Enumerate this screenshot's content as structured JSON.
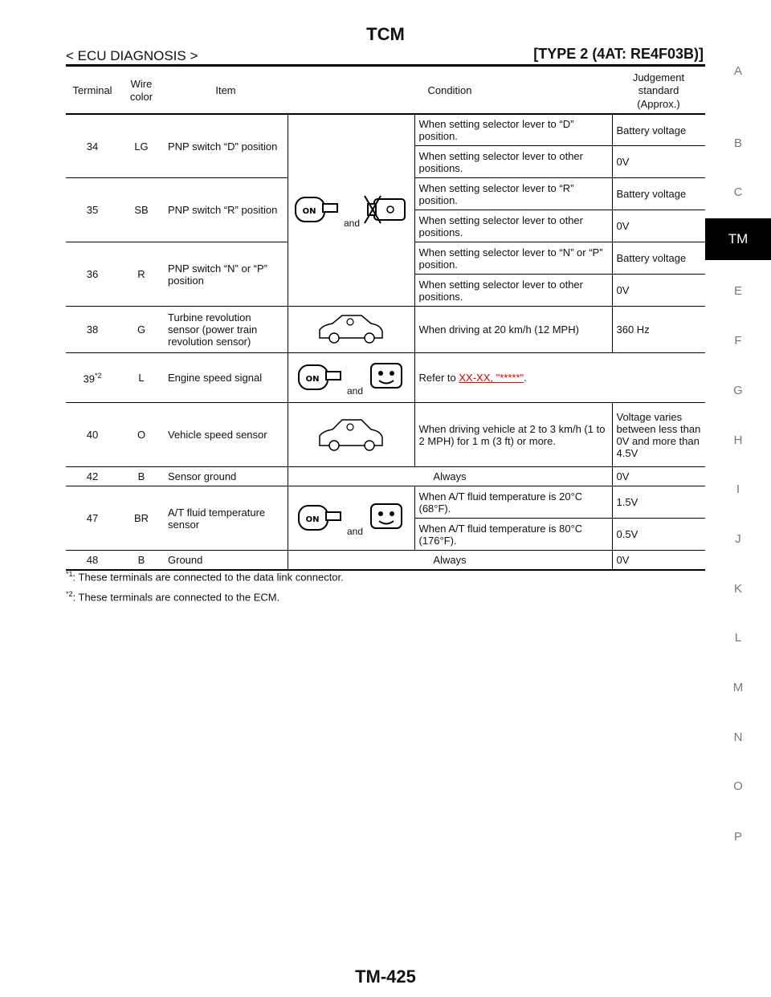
{
  "header": {
    "title": "TCM",
    "breadcrumb": "< ECU DIAGNOSIS >",
    "type": "[TYPE 2 (4AT: RE4F03B)]"
  },
  "sidebar": {
    "letters": [
      "A",
      "B",
      "C",
      "TM",
      "E",
      "F",
      "G",
      "H",
      "I",
      "J",
      "K",
      "L",
      "M",
      "N",
      "O",
      "P"
    ],
    "active": "TM"
  },
  "table": {
    "headers": {
      "terminal": "Terminal",
      "wire_color": "Wire color",
      "item": "Item",
      "condition": "Condition",
      "judgement": "Judgement standard (Approx.)"
    },
    "and_label": "and",
    "rows": [
      {
        "terminal": "34",
        "color": "LG",
        "item": "PNP switch “D” position",
        "cond1": "When setting selector lever to “D” position.",
        "val1": "Battery voltage",
        "cond2": "When setting selector lever to other positions.",
        "val2": "0V"
      },
      {
        "terminal": "35",
        "color": "SB",
        "item": "PNP switch “R” position",
        "cond1": "When setting selector lever to “R” position.",
        "val1": "Battery voltage",
        "cond2": "When setting selector lever to other positions.",
        "val2": "0V"
      },
      {
        "terminal": "36",
        "color": "R",
        "item": "PNP switch “N” or “P” position",
        "cond1": "When setting selector lever to “N” or “P” position.",
        "val1": "Battery voltage",
        "cond2": "When setting selector lever to other positions.",
        "val2": "0V"
      },
      {
        "terminal": "38",
        "color": "G",
        "item": "Turbine revolution sensor (power train revolution sensor)",
        "cond": "When driving at 20 km/h (12 MPH)",
        "val": "360 Hz"
      },
      {
        "terminal": "39",
        "sup": "*2",
        "color": "L",
        "item": "Engine speed signal",
        "cond_prefix": "Refer to ",
        "cond_link": "XX-XX, \"*****\"",
        "cond_suffix": "."
      },
      {
        "terminal": "40",
        "color": "O",
        "item": "Vehicle speed sensor",
        "cond": "When driving vehicle at 2 to 3 km/h (1 to 2 MPH) for 1 m (3 ft) or more.",
        "val": "Voltage varies between less than 0V and more than 4.5V"
      },
      {
        "terminal": "42",
        "color": "B",
        "item": "Sensor ground",
        "cond": "Always",
        "val": "0V"
      },
      {
        "terminal": "47",
        "color": "BR",
        "item": "A/T fluid temperature sensor",
        "cond1": "When A/T fluid temperature is 20°C (68°F).",
        "val1": "1.5V",
        "cond2": "When A/T fluid temperature is 80°C (176°F).",
        "val2": "0.5V"
      },
      {
        "terminal": "48",
        "color": "B",
        "item": "Ground",
        "cond": "Always",
        "val": "0V"
      }
    ]
  },
  "notes": [
    {
      "mark": "*1",
      "text": ": These terminals are connected to the data link connector."
    },
    {
      "mark": "*2",
      "text": ": These terminals are connected to the ECM."
    }
  ],
  "footer": {
    "page": "TM-425"
  },
  "icon_labels": {
    "key": "ON"
  }
}
